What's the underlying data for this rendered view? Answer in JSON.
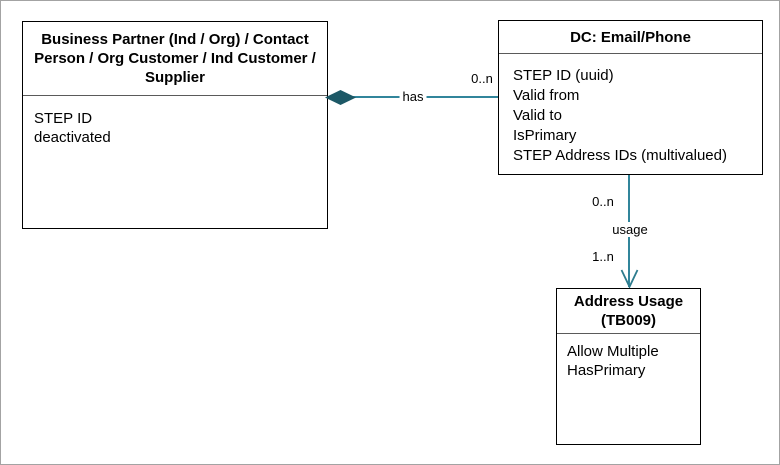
{
  "frame": {
    "background": "#FFFFFF",
    "border_color": "#A3A3A3"
  },
  "diagram": {
    "type": "uml-entity-relationship-diagram",
    "entities": [
      {
        "id": "business-partner",
        "title": "Business Partner (Ind / Org) / Contact Person / Org Customer / Ind Customer / Supplier",
        "attributes": [
          "STEP ID",
          "deactivated"
        ]
      },
      {
        "id": "dc-email-phone",
        "title": "DC: Email/Phone",
        "attributes": [
          "STEP ID (uuid)",
          "Valid from",
          "Valid to",
          "IsPrimary",
          "STEP Address IDs (multivalued)"
        ]
      },
      {
        "id": "address-usage",
        "title": "Address Usage (TB009)",
        "attributes": [
          "Allow Multiple",
          "HasPrimary"
        ]
      }
    ],
    "relationships": [
      {
        "name": "has",
        "from": "business-partner",
        "to": "dc-email-phone",
        "kind": "aggregation-diamond",
        "target_multiplicity": "0..n"
      },
      {
        "name": "usage",
        "from": "dc-email-phone",
        "to": "address-usage",
        "kind": "directed-arrow",
        "source_multiplicity": "0..n",
        "target_multiplicity": "1..n"
      }
    ],
    "colors": {
      "connector_line": "#31859B",
      "diamond_fill": "#1C5866",
      "arrow_stroke": "#2E7C8E",
      "entity_border": "#000000",
      "divider": "#5A5A5A",
      "text": "#000000"
    }
  }
}
